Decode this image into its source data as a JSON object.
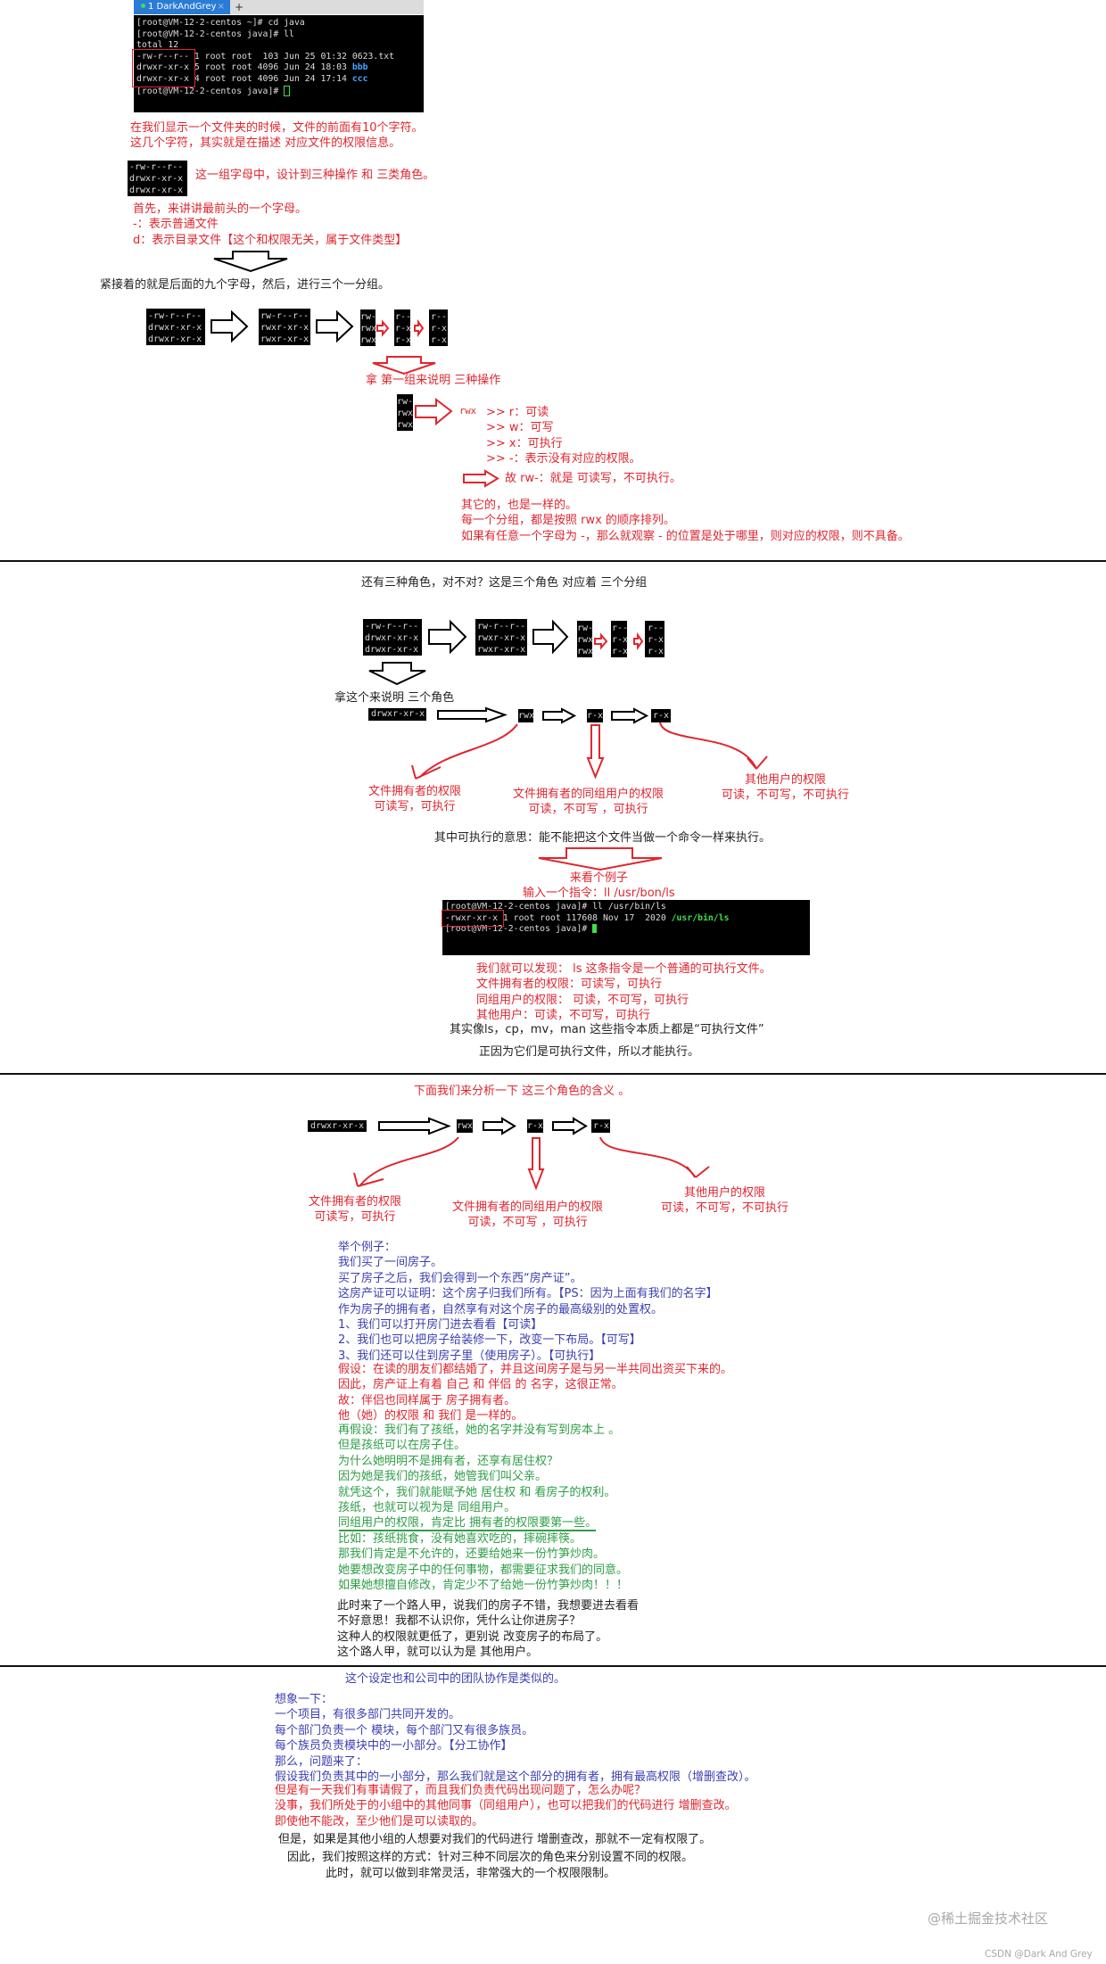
{
  "colors": {
    "red": "#e0262e",
    "blue": "#3b3fb0",
    "green": "#2e9e46",
    "black": "#222222",
    "tab": "#2a7bd5"
  },
  "terminal1": {
    "tab_label": "1 DarkAndGrey",
    "tab_close": "×",
    "tab_add": "+",
    "lines": [
      {
        "t": "[root@VM-12-2-centos ~]# cd java",
        "f": ""
      },
      {
        "t": "[root@VM-12-2-centos java]# ll",
        "f": ""
      },
      {
        "t": "total 12",
        "f": ""
      },
      {
        "t": "-rw-r--r-- 1 root root  103 Jun 25 01:32 0623.txt",
        "f": ""
      },
      {
        "t": "drwxr-xr-x 5 root root 4096 Jun 24 18:03 ",
        "f": "bbb"
      },
      {
        "t": "drwxr-xr-x 4 root root 4096 Jun 24 17:14 ",
        "f": "ccc"
      },
      {
        "t": "[root@VM-12-2-centos java]# ",
        "f": ""
      }
    ]
  },
  "s1": {
    "intro": [
      "在我们显示一个文件夹的时候，文件的前面有10个字符。",
      "这几个字符，其实就是在描述 对应文件的权限信息。"
    ],
    "perm_box": [
      "-rw-r--r--",
      "drwxr-xr-x",
      "drwxr-xr-x"
    ],
    "perm_note": "这一组字母中，设计到三种操作 和 三类角色。",
    "first_char": [
      "首先，来讲讲最前头的一个字母。",
      "-：表示普通文件",
      "d：表示目录文件【这个和权限无关，属于文件类型】"
    ],
    "nine_chars": "紧接着的就是后面的九个字母，然后，进行三个一分组。",
    "nine_box": [
      "rw-r--r--",
      "rwxr-xr-x",
      "rwxr-xr-x"
    ],
    "g1": [
      "rw-",
      "rwx",
      "rwx"
    ],
    "g2": [
      "r--",
      "r-x",
      "r-x"
    ],
    "g3": [
      "r--",
      "r-x",
      "r-x"
    ],
    "first_group": "拿 第一组来说明 三种操作",
    "rwx_label": "rwx",
    "ops": [
      ">> r：可读",
      ">> w：可写",
      ">> x：可执行",
      ">> -：表示没有对应的权限。"
    ],
    "conclusion": "故 rw-：就是 可读写，不可执行。",
    "rules": [
      "其它的，也是一样的。",
      "每一个分组，都是按照 rwx 的顺序排列。",
      "如果有任意一个字母为 -，那么就观察 - 的位置是处于哪里，则对应的权限，则不具备。"
    ]
  },
  "s2": {
    "title": "还有三种角色，对不对？这是三个角色 对应着 三个分组",
    "explain": "拿这个来说明 三个角色",
    "perm": "drwxr-xr-x",
    "p1": "rwx",
    "p2": "r-x",
    "p3": "r-x",
    "owner": [
      "文件拥有者的权限",
      "可读写，可执行"
    ],
    "group": [
      "文件拥有者的同组用户的权限",
      "可读，不可写 ，可执行"
    ],
    "other": [
      "其他用户的权限",
      "可读，不可写，不可执行"
    ],
    "exec_meaning": "其中可执行的意思：能不能把这个文件当做一个命令一样来执行。",
    "example": [
      "来看个例子",
      "输入一个指令：ll /usr/bon/ls"
    ],
    "terminal": [
      {
        "t": "[root@VM-12-2-centos java]# ll /usr/bin/ls",
        "f": ""
      },
      {
        "t": "-rwxr-xr-x 1 root root 117608 Nov 17  2020 ",
        "f": "/usr/bin/ls"
      },
      {
        "t": "[root@VM-12-2-centos java]# ",
        "f": ""
      }
    ],
    "findings": [
      "我们就可以发现： ls 这条指令是一个普通的可执行文件。",
      "文件拥有者的权限：可读写，可执行",
      "同组用户的权限： 可读，不可写，可执行",
      "其他用户：可读，不可写，可执行"
    ],
    "note1": "其实像ls，cp，mv，man 这些指令本质上都是“可执行文件”",
    "note2": "正因为它们是可执行文件，所以才能执行。"
  },
  "s3": {
    "title": "下面我们来分析一下 这三个角色的含义 。",
    "perm": "drwxr-xr-x",
    "p1": "rwx",
    "p2": "r-x",
    "p3": "r-x",
    "owner": [
      "文件拥有者的权限",
      "可读写，可执行"
    ],
    "group": [
      "文件拥有者的同组用户的权限",
      "可读，不可写 ，可执行"
    ],
    "other": [
      "其他用户的权限",
      "可读，不可写，不可执行"
    ],
    "blue": [
      "举个例子：",
      "我们买了一间房子。",
      "买了房子之后，我们会得到一个东西“房产证”。",
      "这房产证可以证明：这个房子归我们所有。【PS：因为上面有我们的名字】",
      "作为房子的拥有者，自然享有对这个房子的最高级别的处置权。",
      "1、我们可以打开房门进去看看【可读】",
      "2、我们也可以把房子给装修一下，改变一下布局。【可写】",
      "3、我们还可以住到房子里（使用房子）。【可执行】"
    ],
    "red": [
      "假设：在读的朋友们都结婚了，并且这间房子是与另一半共同出资买下来的。",
      "因此，房产证上有着  自己 和 伴侣 的 名字，这很正常。",
      "故：伴侣也同样属于 房子拥有者。",
      "他（她）的权限 和 我们 是一样的。"
    ],
    "green": [
      "再假设：我们有了孩纸，她的名字并没有写到房本上 。",
      " 但是孩纸可以在房子住。",
      " 为什么她明明不是拥有者，还享有居住权？",
      " 因为她是我们的孩纸，她管我们叫父亲。",
      " 就凭这个，我们就能赋予她 居住权 和 看房子的权利。",
      " 孩纸，也就可以视为是 同组用户。",
      " 同组用户的权限，肯定比 拥有者的权限要第一些。",
      " 比如：孩纸挑食，没有她喜欢吃的，摔碗摔筷。",
      " 那我们肯定是不允许的，还要给她来一份竹笋炒肉。",
      " 她要想改变房子中的任何事物，都需要征求我们的同意。",
      " 如果她想擅自修改，肯定少不了给她一份竹笋炒肉！！！"
    ],
    "black": [
      "此时来了一个路人甲，说我们的房子不错，我想要进去看看",
      "不好意思！我都不认识你，凭什么让你进房子？",
      "这种人的权限就更低了，更别说 改变房子的布局了。",
      "这个路人甲，就可以认为是 其他用户。"
    ]
  },
  "s4": {
    "title": "这个设定也和公司中的团队协作是类似的。",
    "blue": [
      "想象一下：",
      "一个项目，有很多部门共同开发的。",
      "每个部门负责一个 模块，每个部门又有很多族员。",
      "每个族员负责模块中的一小部分。【分工协作】",
      "那么，问题来了：",
      "假设我们负责其中的一小部分，那么我们就是这个部分的拥有者，拥有最高权限（增删查改）。"
    ],
    "red": [
      "但是有一天我们有事请假了，而且我们负责代码出现问题了，怎么办呢？",
      "没事，我们所处于的小组中的其他同事（同组用户），也可以把我们的代码进行 增删查改。",
      "即使他不能改，至少他们是可以读取的。"
    ],
    "b1": "但是，如果是其他小组的人想要对我们的代码进行 增删查改，那就不一定有权限了。",
    "b2": "因此，我们按照这样的方式：针对三种不同层次的角色来分别设置不同的权限。",
    "b3": "此时，就可以做到非常灵活，非常强大的一个权限限制。"
  },
  "watermark": {
    "juejin": "@稀土掘金技术社区",
    "csdn": "CSDN @Dark And Grey"
  }
}
